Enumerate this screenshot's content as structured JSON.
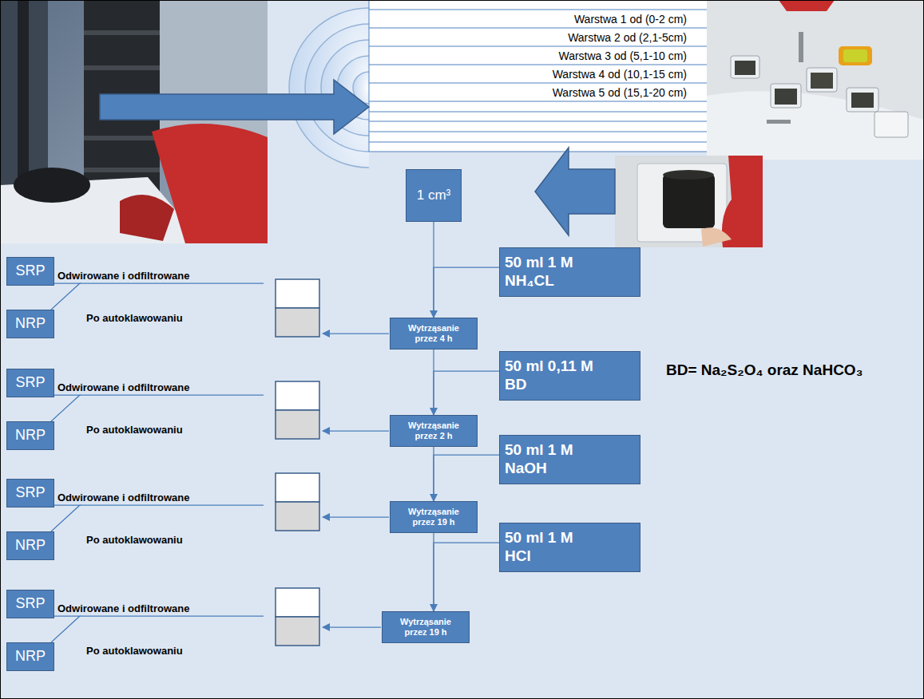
{
  "diagram": {
    "nodes": [
      {
        "text": [
          "1 cm³"
        ]
      },
      {
        "text": [
          "50 ml 1 M NH₄CL"
        ]
      },
      {
        "text": [
          "Wytrząsanie przez 4 h"
        ]
      },
      {
        "text": [
          "SRP"
        ]
      },
      {
        "text": [
          "NRP"
        ]
      },
      {
        "text": [
          "50 ml 0,11 M BD"
        ]
      },
      {
        "text": [
          "Wytrząsanie przez 2 h"
        ]
      },
      {
        "text": [
          "SRP"
        ]
      },
      {
        "text": [
          "NRP"
        ]
      },
      {
        "text": [
          "50 ml 1 M NaOH"
        ]
      },
      {
        "text": [
          "Wytrząsanie przez 19 h"
        ]
      },
      {
        "text": [
          "SRP"
        ]
      },
      {
        "text": [
          "NRP"
        ]
      },
      {
        "text": [
          "50 ml 1 M HCl"
        ]
      },
      {
        "text": [
          "Wytrząsanie przez 19 h"
        ]
      },
      {
        "text": [
          "SRP"
        ]
      },
      {
        "text": [
          "NRP"
        ]
      }
    ],
    "edges": [
      {
        "from": 0,
        "to": 2,
        "arrow": "none"
      },
      {
        "from": 1,
        "to": 2,
        "arrow": "to"
      },
      {
        "from": 3,
        "to": 4,
        "arrow": "none"
      },
      {
        "from": 2,
        "to": 6,
        "arrow": "none"
      },
      {
        "from": 5,
        "to": 6,
        "arrow": "to"
      },
      {
        "from": 7,
        "to": 8,
        "arrow": "none"
      },
      {
        "from": 6,
        "to": 10,
        "arrow": "none"
      },
      {
        "from": 9,
        "to": 10,
        "arrow": "to"
      },
      {
        "from": 11,
        "to": 12,
        "arrow": "none"
      },
      {
        "from": 10,
        "to": 14,
        "arrow": "none"
      },
      {
        "from": 13,
        "to": 14,
        "arrow": "to"
      },
      {
        "from": 15,
        "to": 16,
        "arrow": "none"
      }
    ],
    "labels": [
      "Warstwa 1 od (0-2 cm)",
      "Warstwa 2 od (2,1-5cm)",
      "Warstwa 3 od (5,1-10 cm)",
      "Warstwa 4 od (10,1-15 cm)",
      "Warstwa 5 od (15,1-20 cm)",
      "Odwirowane i odfiltrowane",
      "Po autoklawowaniu",
      "Odwirowane i odfiltrowane",
      "Po autoklawowaniu",
      "Odwirowane i odfiltrowane",
      "Po autoklawowaniu",
      "Odwirowane i odfiltrowane",
      "Po autoklawowaniu",
      "BD= Na₂S₂O₄ oraz NaHCO₃"
    ]
  }
}
